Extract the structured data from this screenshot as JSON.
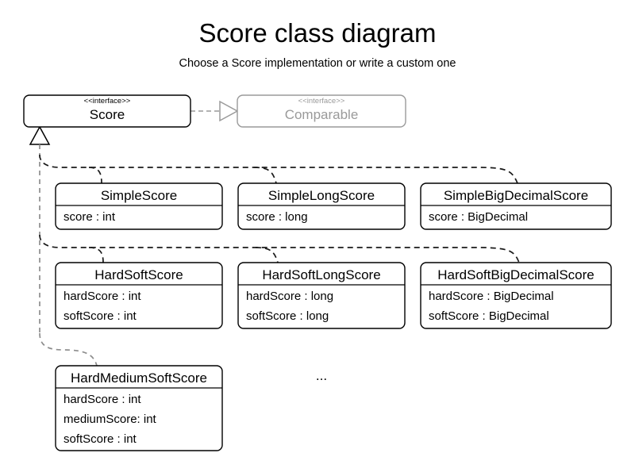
{
  "header": {
    "title": "Score class diagram",
    "subtitle": "Choose a Score implementation or write a custom one"
  },
  "interfaces": {
    "score": {
      "stereotype": "<<interface>>",
      "name": "Score"
    },
    "comparable": {
      "stereotype": "<<interface>>",
      "name": "Comparable"
    }
  },
  "classes": [
    {
      "id": "simple-score",
      "name": "SimpleScore",
      "attributes": [
        "score : int"
      ]
    },
    {
      "id": "simple-long-score",
      "name": "SimpleLongScore",
      "attributes": [
        "score : long"
      ]
    },
    {
      "id": "simple-big-decimal-score",
      "name": "SimpleBigDecimalScore",
      "attributes": [
        "score : BigDecimal"
      ]
    },
    {
      "id": "hard-soft-score",
      "name": "HardSoftScore",
      "attributes": [
        "hardScore : int",
        "softScore : int"
      ]
    },
    {
      "id": "hard-soft-long-score",
      "name": "HardSoftLongScore",
      "attributes": [
        "hardScore : long",
        "softScore : long"
      ]
    },
    {
      "id": "hard-soft-big-decimal-score",
      "name": "HardSoftBigDecimalScore",
      "attributes": [
        "hardScore : BigDecimal",
        "softScore : BigDecimal"
      ]
    },
    {
      "id": "hard-medium-soft-score",
      "name": "HardMediumSoftScore",
      "attributes": [
        "hardScore : int",
        "mediumScore: int",
        "softScore : int"
      ]
    }
  ],
  "more_indicator": "...",
  "colors": {
    "background": "#ffffff",
    "stroke": "#000000",
    "muted": "#9a9a9a",
    "connector_gray": "#8d8d8d",
    "connector_black": "#1a1a1a"
  }
}
